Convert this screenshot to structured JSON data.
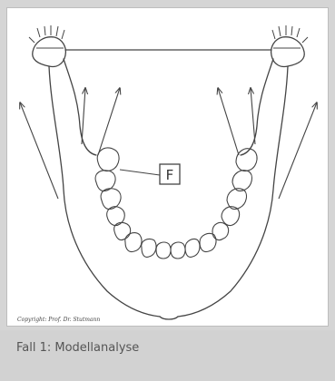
{
  "diagram": {
    "marker_label": "F",
    "copyright": "Copyright: Prof. Dr. Stutmann"
  },
  "caption": {
    "text": "Fall 1: Modellanalyse"
  },
  "colors": {
    "background": "#d5d5d5",
    "panel": "#ffffff",
    "line": "#444444",
    "caption_text": "#555555"
  }
}
